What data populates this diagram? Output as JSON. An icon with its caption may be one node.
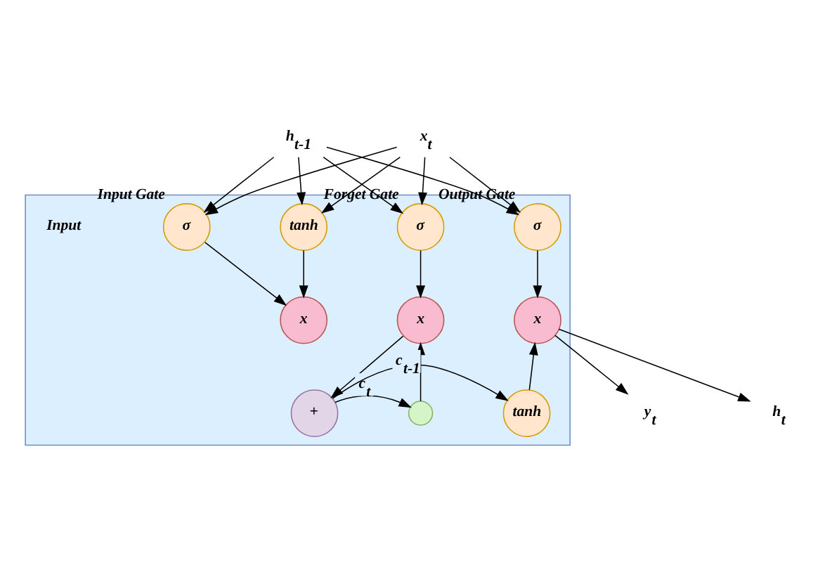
{
  "diagram": {
    "nodes": [
      {
        "text": [],
        "shape": "box"
      },
      {
        "text": [
          "tanh"
        ],
        "in": 0
      },
      {
        "text": [
          "σ"
        ],
        "beside": [
          "Input Gate"
        ],
        "in": 0
      },
      {
        "text": [
          "σ"
        ],
        "beside": [
          "Forget Gate"
        ],
        "in": 0
      },
      {
        "text": [
          "σ"
        ],
        "beside": [
          "Output Gate"
        ],
        "in": 0
      },
      {
        "text": [
          "x"
        ],
        "in": 0
      },
      {
        "text": [
          "x"
        ],
        "in": 0
      },
      {
        "text": [
          "x"
        ],
        "in": 0
      },
      {
        "text": [
          "+"
        ],
        "in": 0
      },
      {
        "text": [],
        "shape": "circle",
        "in": 0
      },
      {
        "text": [
          "tanh"
        ],
        "in": 0
      },
      {
        "text": [
          "h$_{t-1}$"
        ]
      },
      {
        "text": [
          "x$_{t}$"
        ]
      },
      {
        "text": [
          "y$_{t}$"
        ]
      },
      {
        "text": [
          "h$_{t}$"
        ]
      }
    ],
    "edges": [
      {
        "from": 11,
        "to": 1,
        "arrow": "to"
      },
      {
        "from": 11,
        "to": 2,
        "arrow": "to"
      },
      {
        "from": 11,
        "to": 3,
        "arrow": "to"
      },
      {
        "from": 11,
        "to": 4,
        "arrow": "to"
      },
      {
        "from": 12,
        "to": 1,
        "arrow": "to"
      },
      {
        "from": 12,
        "to": 2,
        "arrow": "to"
      },
      {
        "from": 12,
        "to": 3,
        "arrow": "to"
      },
      {
        "from": 12,
        "to": 4,
        "arrow": "to"
      },
      {
        "from": 1,
        "to": 5,
        "arrow": "to"
      },
      {
        "from": 2,
        "to": 5,
        "arrow": "to"
      },
      {
        "from": 3,
        "to": 6,
        "arrow": "to"
      },
      {
        "from": 4,
        "to": 7,
        "arrow": "to"
      },
      {
        "from": 6,
        "to": 8,
        "arrow": "to"
      },
      {
        "from": 8,
        "to": 10,
        "arrow": "to"
      },
      {
        "from": 8,
        "to": 9,
        "label": "c$_{t}$",
        "arrow": "to"
      },
      {
        "from": 9,
        "to": 6,
        "label": "c$_{t-1}$",
        "arrow": "to"
      },
      {
        "from": 10,
        "to": 7,
        "arrow": "to"
      },
      {
        "from": 7,
        "to": 14,
        "arrow": "to"
      },
      {
        "from": 7,
        "to": 13,
        "arrow": "to"
      }
    ],
    "labels": [
      "Input"
    ]
  }
}
